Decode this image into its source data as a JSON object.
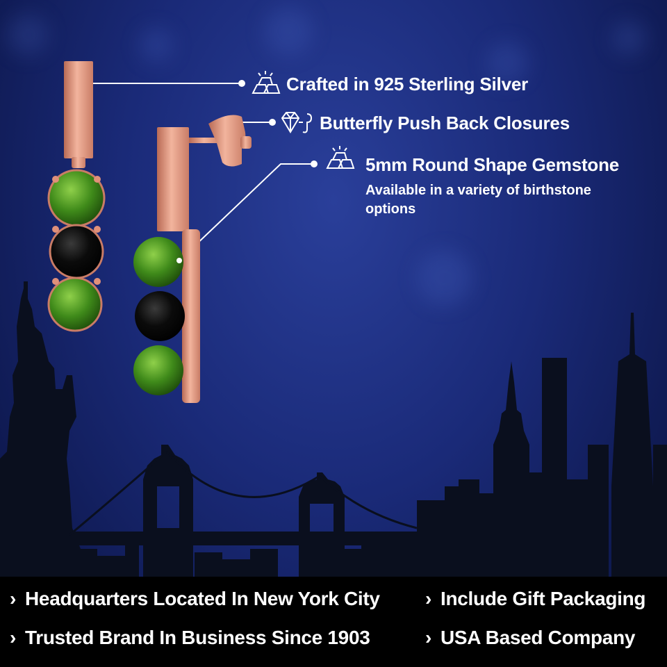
{
  "features": [
    {
      "icon": "gold-bars-icon",
      "title": "Crafted in 925 Sterling Silver",
      "subtitle": ""
    },
    {
      "icon": "diamond-hook-icon",
      "title": "Butterfly Push Back Closures",
      "subtitle": ""
    },
    {
      "icon": "gold-bars-icon",
      "title": "5mm Round Shape Gemstone",
      "subtitle": "Available in a variety of birthstone options"
    }
  ],
  "bullets": [
    "Headquarters Located In New York City",
    "Include Gift Packaging",
    "Trusted Brand In Business Since 1903",
    "USA Based Company"
  ],
  "bullet_glyph": "›",
  "colors": {
    "background": "#1a2a78",
    "rose_gold": "#e0907a",
    "peridot_green": "#3f8a1a",
    "onyx": "#0a0a0a",
    "skyline": "#0a0f1e",
    "text": "#ffffff"
  }
}
